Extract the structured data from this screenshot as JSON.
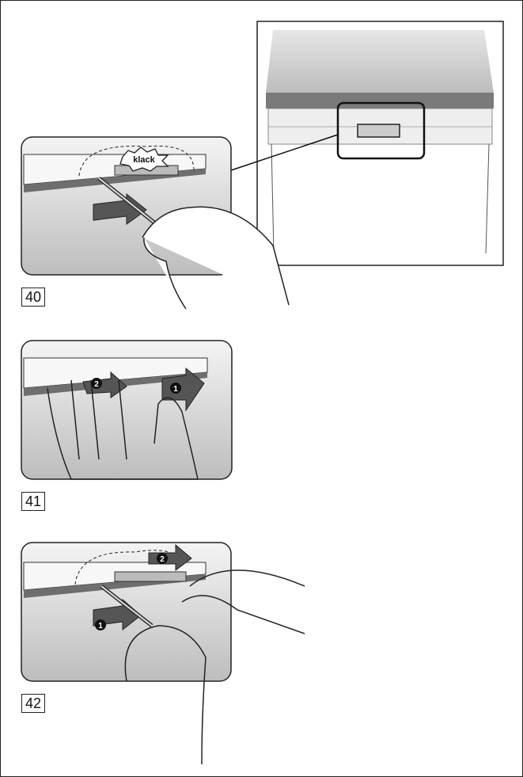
{
  "figures": [
    {
      "number": "40",
      "sound_label": "klack"
    },
    {
      "number": "41",
      "step_markers": [
        "1",
        "2"
      ]
    },
    {
      "number": "42",
      "step_markers": [
        "1",
        "2"
      ]
    }
  ],
  "colors": {
    "panel_grey": "#d8d8d8",
    "dark_grey": "#6e6e6e",
    "line": "#222222"
  }
}
